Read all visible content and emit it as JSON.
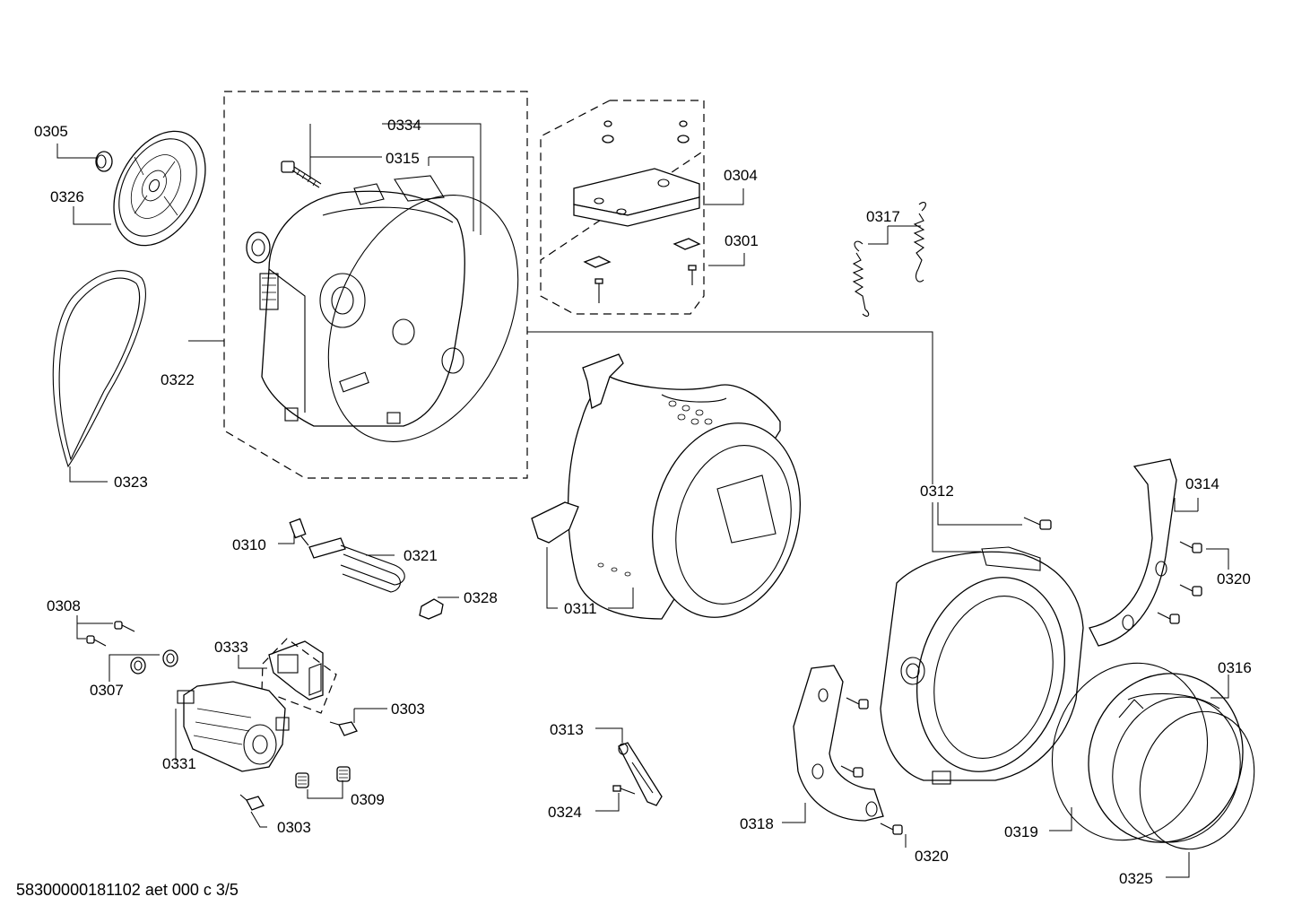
{
  "labels": {
    "p0305": "0305",
    "p0326": "0326",
    "p0334": "0334",
    "p0315": "0315",
    "p0304": "0304",
    "p0317": "0317",
    "p0301": "0301",
    "p0322": "0322",
    "p0323": "0323",
    "p0310": "0310",
    "p0321": "0321",
    "p0328": "0328",
    "p0311": "0311",
    "p0312": "0312",
    "p0314": "0314",
    "p0320a": "0320",
    "p0308": "0308",
    "p0307": "0307",
    "p0333": "0333",
    "p0303a": "0303",
    "p0331": "0331",
    "p0309": "0309",
    "p0303b": "0303",
    "p0313": "0313",
    "p0324": "0324",
    "p0316": "0316",
    "p0318": "0318",
    "p0320b": "0320",
    "p0319": "0319",
    "p0325": "0325"
  },
  "footer": "58300000181102 aet 000 c 3/5"
}
